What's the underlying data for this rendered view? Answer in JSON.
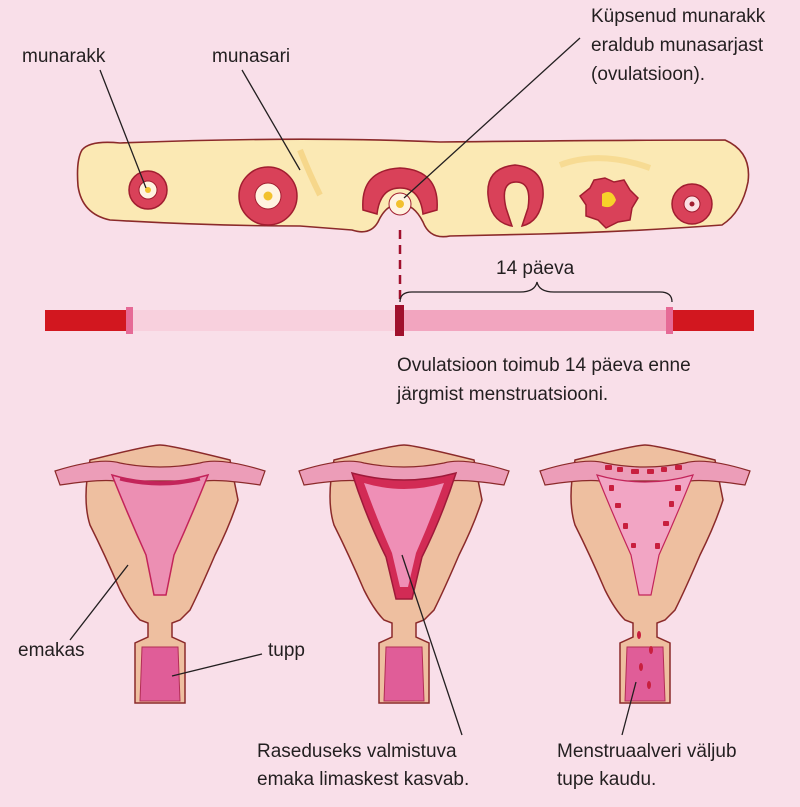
{
  "labels": {
    "egg": "munarakk",
    "ovary": "munasari",
    "mature_egg_line1": "Küpsenud munarakk",
    "mature_egg_line2": "eraldub munasarjast",
    "mature_egg_line3": "(ovulatsioon).",
    "interval": "14 päeva",
    "ovulation_note_line1": "Ovulatsioon toimub 14 päeva enne",
    "ovulation_note_line2": "järgmist menstruatsiooni.",
    "uterus": "emakas",
    "vagina": "tupp",
    "lining_line1": "Raseduseks valmistuva",
    "lining_line2": "emaka limaskest kasvab.",
    "menstruation_line1": "Menstruaalveri väljub",
    "menstruation_line2": "tupe kaudu."
  },
  "colors": {
    "background": "#f9dfe9",
    "menstruation_red": "#d2171f",
    "follicular_pink": "#f8d0dd",
    "luteal_pink": "#f2a5bf",
    "ovulation_marker": "#a0102c",
    "ovary_yellow": "#fbe9b4",
    "uterus_tissue": "#eebfa0",
    "uterine_lining": "#e55a8c"
  }
}
